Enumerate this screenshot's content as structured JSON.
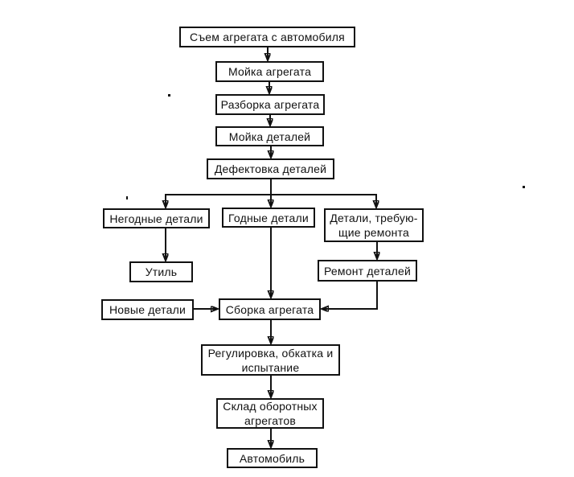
{
  "diagram": {
    "description": "Схема технологического процесса ремонта агрегата",
    "colors": {
      "ink": "#111111",
      "paper": "#ffffff"
    },
    "nodes": [
      {
        "id": "syom-agregata",
        "label": "Съем агрегата с автомобиля"
      },
      {
        "id": "moyka-agregata",
        "label": "Мойка агрегата"
      },
      {
        "id": "razborka-agregata",
        "label": "Разборка агрегата"
      },
      {
        "id": "moyka-detaley",
        "label": "Мойка деталей"
      },
      {
        "id": "defektovka-detaley",
        "label": "Дефектовка деталей"
      },
      {
        "id": "negodnye-detali",
        "label": "Негодные детали"
      },
      {
        "id": "godnye-detali",
        "label": "Годные детали"
      },
      {
        "id": "detali-trebuyushchie-remonta",
        "label": "Детали, требую-\nщие ремонта"
      },
      {
        "id": "util",
        "label": "Утиль"
      },
      {
        "id": "remont-detaley",
        "label": "Ремонт деталей"
      },
      {
        "id": "novye-detali",
        "label": "Новые детали"
      },
      {
        "id": "sborka-agregata",
        "label": "Сборка агрегата"
      },
      {
        "id": "regulirovka-obkatka-ispytanie",
        "label": "Регулировка, обкатка и\nиспытание"
      },
      {
        "id": "sklad-oborotnykh-agregatov",
        "label": "Склад оборотных\nагрегатов"
      },
      {
        "id": "avtomobil",
        "label": "Автомобиль"
      }
    ]
  }
}
